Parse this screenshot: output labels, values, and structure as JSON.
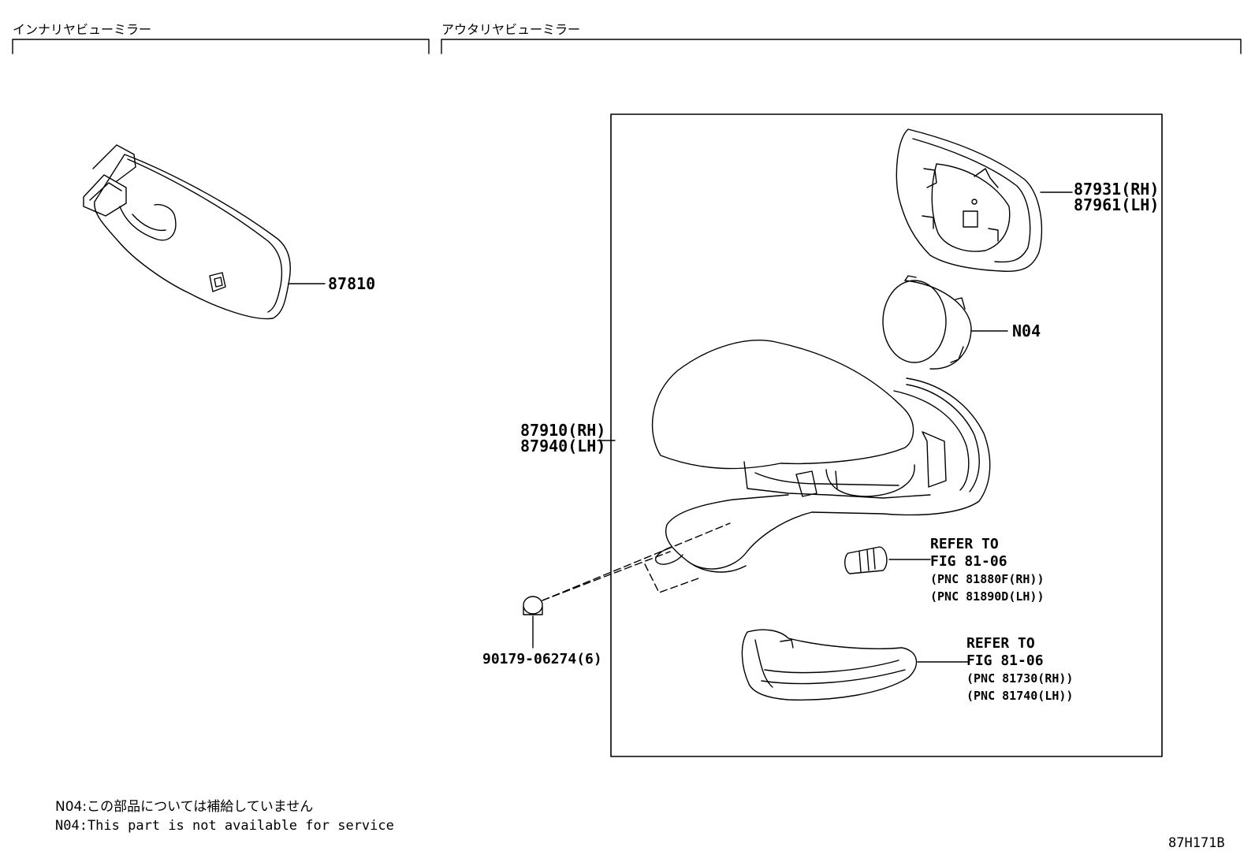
{
  "sections": {
    "inner": {
      "title": "インナリヤビューミラー"
    },
    "outer": {
      "title": "アウタリヤビューミラー"
    }
  },
  "parts": {
    "inner_mirror": {
      "number": "87810"
    },
    "mirror_glass": {
      "rh": "87931(RH)",
      "lh": "87961(LH)"
    },
    "actuator": {
      "code": "N04"
    },
    "mirror_assy": {
      "rh": "87910(RH)",
      "lh": "87940(LH)"
    },
    "screw": {
      "number": "90179-06274(6)"
    }
  },
  "refs": {
    "lamp_bulb": {
      "line1": "REFER TO",
      "line2": "FIG 81-06",
      "pnc1": "(PNC 81880F(RH))",
      "pnc2": "(PNC 81890D(LH))"
    },
    "side_turn": {
      "line1": "REFER TO",
      "line2": "FIG 81-06",
      "pnc1": "(PNC 81730(RH))",
      "pnc2": "(PNC 81740(LH))"
    }
  },
  "notes": {
    "jp": "N04:この部品については補給していません",
    "en": "N04:This part is not available for service"
  },
  "figure_code": "87H171B",
  "colors": {
    "line": "#000000",
    "background": "#ffffff"
  }
}
